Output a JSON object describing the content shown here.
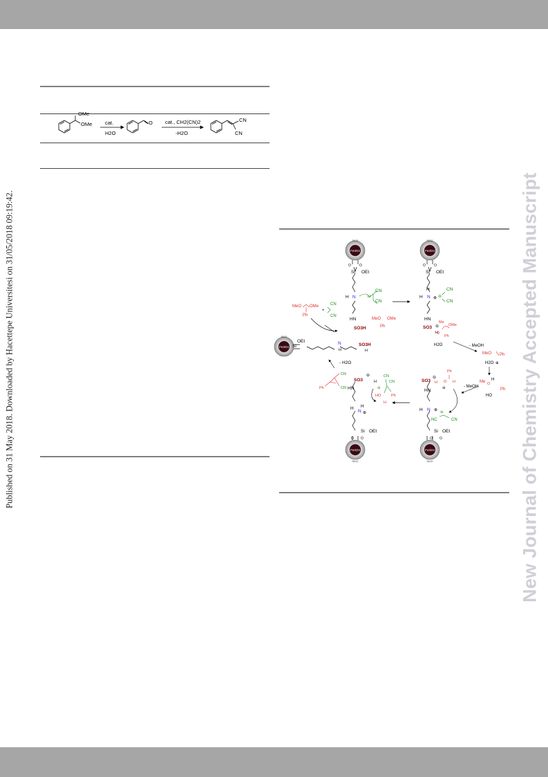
{
  "side_notes": {
    "left": "Published on 31 May 2018. Downloaded by Hacettepe Universitesi on 31/05/2018 09:19:42.",
    "right": "New Journal of Chemistry Accepted Manuscript"
  },
  "scheme1": {
    "reactant_labels": [
      "OMe",
      "OMe"
    ],
    "step1_above": "cat.",
    "step1_below": "H2O",
    "step2_above": "cat., CH2(CN)2",
    "step2_below": "-H2O",
    "product_labels": [
      "CN",
      "CN"
    ]
  },
  "scheme2": {
    "colors": {
      "amine": "#1a1aff",
      "acid": "#8b0000",
      "malononitrile": "#1a8a1a",
      "aldehyde": "#e0302a",
      "core": "#3a0a14"
    },
    "core_label_top": "SiO2",
    "core_label_inner": "Fe3O4",
    "labels": {
      "oet": "OEt",
      "si": "Si",
      "h": "H",
      "n": "N",
      "hn": "HN",
      "so3h": "SO3H",
      "so3": "SO3",
      "cn": "CN",
      "nc": "NC",
      "meo": "MeO",
      "ome": "OMe",
      "ph": "Ph",
      "me": "Me",
      "h2o": "H2O",
      "ho": "HO",
      "o": "O",
      "plus": "+",
      "minus_meoh": "- MeOH",
      "minus_h2o": "- H2O",
      "pos": "⊕",
      "neg": "⊖"
    }
  }
}
